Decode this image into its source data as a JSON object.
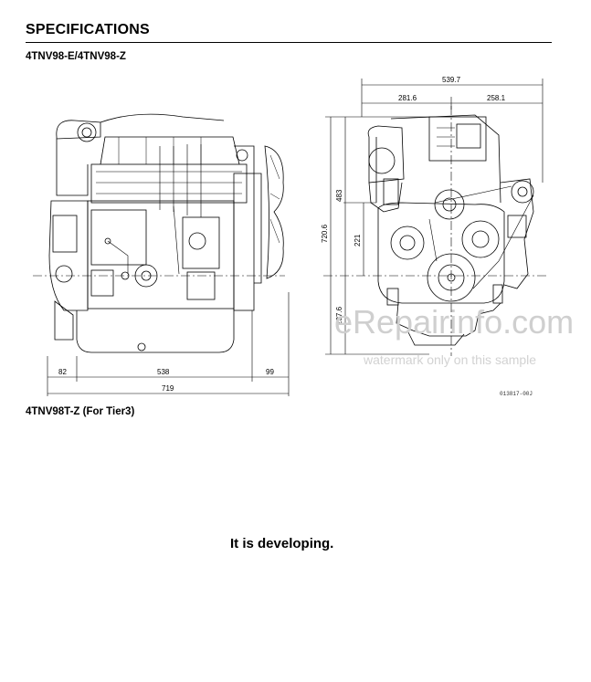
{
  "page": {
    "title": "SPECIFICATIONS",
    "model_heading": "4TNV98-E/4TNV98-Z",
    "second_heading": "4TNV98T-Z (For Tier3)",
    "developing_note": "It is developing.",
    "drawing_number": "013817-00J",
    "watermark_main": "eRepairinfo.com",
    "watermark_sub": "watermark only on this sample"
  },
  "side_view_dims": {
    "left_overhang": "82",
    "center": "538",
    "right_overhang": "99",
    "overall_length": "719"
  },
  "front_view_dims": {
    "overall_width": "539.7",
    "left_width": "281.6",
    "right_width": "258.1",
    "overall_height": "720.6",
    "upper_height": "483",
    "crank_to_mount": "221",
    "lower_height": "237.6"
  }
}
